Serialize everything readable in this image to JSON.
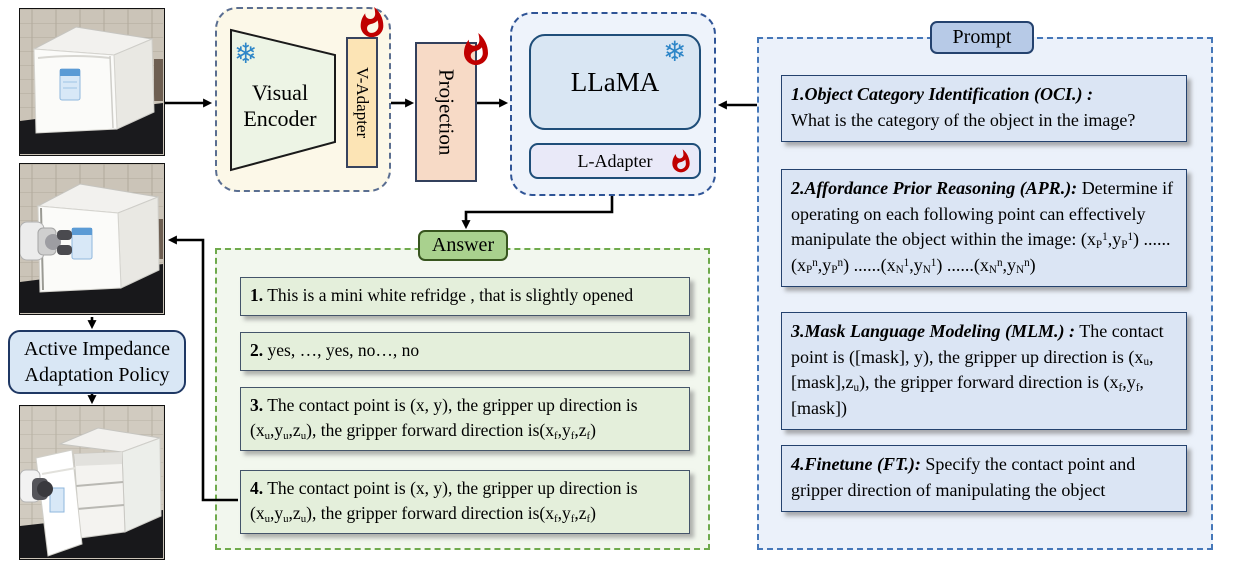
{
  "pipeline": {
    "visual_encoder_label": "Visual Encoder",
    "v_adapter_label": "V-Adapter",
    "projection_label": "Projection",
    "llama_label": "LLaMA",
    "l_adapter_label": "L-Adapter"
  },
  "policy_box": {
    "label": "Active Impedance Adaptation Policy"
  },
  "prompt_panel": {
    "tab_label": "Prompt",
    "items": [
      {
        "title": "1.Object Category Identification (OCI.) :",
        "body": "What is the category of the object in the image?"
      },
      {
        "title": "2.Affordance Prior Reasoning (APR.):",
        "body": "Determine if operating on each following point can effectively manipulate the object within the image: (x~P~^1^,y~P~^1^) ......(x~P~^n^,y~P~^n^) ......(x~N~^1^,y~N~^1^) ......(x~N~^n^,y~N~^n^)"
      },
      {
        "title": "3.Mask Language Modeling (MLM.) :",
        "body": "The contact point is ([mask], y), the gripper up direction is (x~u~,[mask],z~u~), the gripper forward direction is (x~f~,y~f~,[mask])"
      },
      {
        "title": "4.Finetune (FT.):",
        "body": "Specify the contact point and gripper direction of manipulating the object"
      }
    ]
  },
  "answer_panel": {
    "tab_label": "Answer",
    "items": [
      {
        "num": "1.",
        "text": "This is a mini white refridge , that is slightly opened"
      },
      {
        "num": "2.",
        "text": "yes, …, yes, no…, no"
      },
      {
        "num": "3.",
        "text": "The contact point is (x, y), the gripper up direction is (x~u~,y~u~,z~u~), the gripper forward direction is(x~f~,y~f~,z~f~)"
      },
      {
        "num": "4.",
        "text": "The contact point is (x, y), the gripper up direction is (x~u~,y~u~,z~u~), the gripper forward direction is(x~f~,y~f~,z~f~)"
      }
    ]
  },
  "icons": {
    "snowflake_glyph": "❄"
  },
  "colors": {
    "prompt_dash": "#4577b8",
    "prompt_box_fill": "#dbe5f4",
    "prompt_tab_fill": "#b7cae7",
    "answer_dash": "#6faa4c",
    "answer_box_fill": "#e4efdb",
    "answer_tab_fill": "#a9d18e",
    "flame_red": "#c00000",
    "snowflake_blue": "#2e86c8",
    "llama_fill": "#d9e6f3",
    "v_adapter_fill": "#fce4b5",
    "projection_fill": "#f7dac6",
    "policy_fill": "#d9e7f5",
    "encoder_container_fill": "#fcf8e8"
  }
}
